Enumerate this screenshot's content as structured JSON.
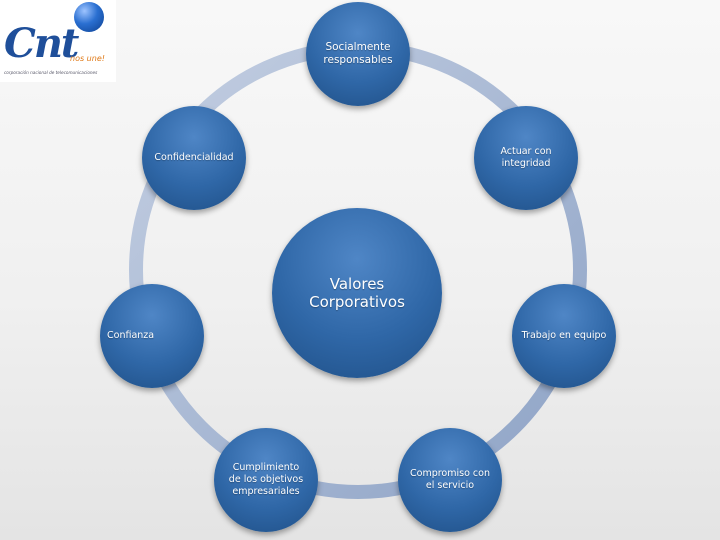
{
  "logo": {
    "wordmark": "Cnt",
    "slogan": "nos une!",
    "subtitle": "corporación nacional de telecomunicaciones",
    "orb_icon": "globe-orb-icon"
  },
  "diagram": {
    "center": {
      "label": "Valores Corporativos"
    },
    "values": [
      {
        "label": "Socialmente responsables"
      },
      {
        "label": "Actuar con integridad"
      },
      {
        "label": "Trabajo en equipo"
      },
      {
        "label": "Compromiso con el servicio"
      },
      {
        "label": "Cumplimiento de los objetivos empresariales"
      },
      {
        "label": "Confianza"
      },
      {
        "label": "Confidencialidad"
      }
    ]
  },
  "colors": {
    "node": "#2f67a7",
    "ring": "#a7b7d3",
    "logo_blue": "#1f4f9a",
    "logo_orange": "#e07b1a"
  }
}
